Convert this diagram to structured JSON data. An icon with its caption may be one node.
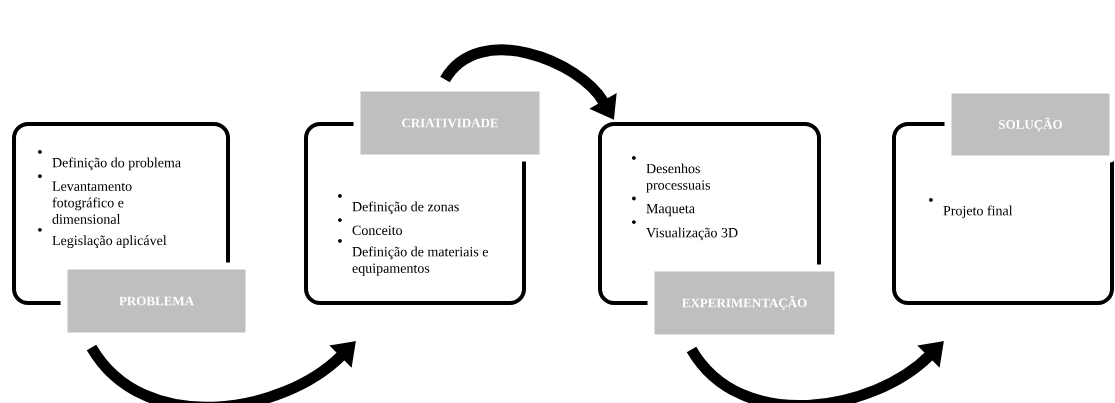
{
  "diagram": {
    "nodes": [
      {
        "text": [
          "Definição do problema",
          "Levantamento fotográfico e dimensional",
          "Legislação aplicável"
        ]
      },
      {
        "text": [
          "PROBLEMA"
        ]
      },
      {
        "text": [
          "CRIATIVIDADE"
        ]
      },
      {
        "text": [
          "Definição de zonas",
          "Conceito",
          "Definição de materiais e equipamentos"
        ]
      },
      {
        "text": [
          "Desenhos processuais",
          "Maqueta",
          "Visualização 3D"
        ]
      },
      {
        "text": [
          "EXPERIMENTAÇÃO"
        ]
      },
      {
        "text": [
          "SOLUÇÃO"
        ]
      },
      {
        "text": [
          "Projeto final"
        ]
      }
    ],
    "edges": [
      {
        "from": 1,
        "to": 3,
        "arrow": "to"
      },
      {
        "from": 2,
        "to": 4,
        "arrow": "to"
      },
      {
        "from": 5,
        "to": 7,
        "arrow": "to"
      }
    ]
  }
}
